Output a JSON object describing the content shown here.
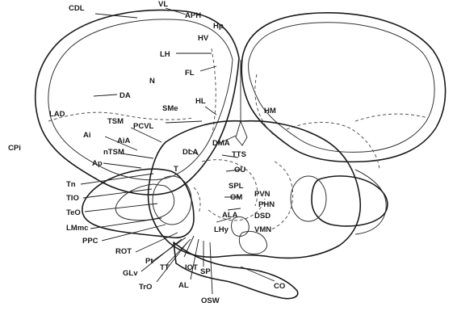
{
  "labels": [
    {
      "id": "CDL",
      "text": "CDL"
    },
    {
      "id": "VL",
      "text": "VL"
    },
    {
      "id": "APH",
      "text": "APH"
    },
    {
      "id": "Hp",
      "text": "Hp"
    },
    {
      "id": "HV",
      "text": "HV"
    },
    {
      "id": "LH",
      "text": "LH"
    },
    {
      "id": "FL",
      "text": "FL"
    },
    {
      "id": "N",
      "text": "N"
    },
    {
      "id": "DA",
      "text": "DA"
    },
    {
      "id": "LAD",
      "text": "LAD"
    },
    {
      "id": "SMe",
      "text": "SMe"
    },
    {
      "id": "HL",
      "text": "HL"
    },
    {
      "id": "HM",
      "text": "HM"
    },
    {
      "id": "TSM",
      "text": "TSM"
    },
    {
      "id": "PCVL",
      "text": "PCVL"
    },
    {
      "id": "Ai",
      "text": "Ai"
    },
    {
      "id": "AiA",
      "text": "AiA"
    },
    {
      "id": "nTSM",
      "text": "nTSM"
    },
    {
      "id": "Ap",
      "text": "Ap"
    },
    {
      "id": "DMA",
      "text": "DMA"
    },
    {
      "id": "DLA",
      "text": "DLA"
    },
    {
      "id": "TTS",
      "text": "TTS"
    },
    {
      "id": "T",
      "text": "T"
    },
    {
      "id": "OU",
      "text": "OU"
    },
    {
      "id": "SPL",
      "text": "SPL"
    },
    {
      "id": "OM",
      "text": "OM"
    },
    {
      "id": "PVN",
      "text": "PVN"
    },
    {
      "id": "PHN",
      "text": "PHN"
    },
    {
      "id": "ALA",
      "text": "ALA"
    },
    {
      "id": "LHy",
      "text": "LHy"
    },
    {
      "id": "DSD",
      "text": "DSD"
    },
    {
      "id": "VMN",
      "text": "VMN"
    },
    {
      "id": "CPI",
      "text": "CPi"
    },
    {
      "id": "Tn",
      "text": "Tn"
    },
    {
      "id": "TIO",
      "text": "TIO"
    },
    {
      "id": "TeO",
      "text": "TeO"
    },
    {
      "id": "LMmc",
      "text": "LMmc"
    },
    {
      "id": "PPC",
      "text": "PPC"
    },
    {
      "id": "ROT",
      "text": "ROT"
    },
    {
      "id": "Pt",
      "text": "Pt"
    },
    {
      "id": "GLv",
      "text": "GLv"
    },
    {
      "id": "TrO",
      "text": "TrO"
    },
    {
      "id": "TT",
      "text": "TT"
    },
    {
      "id": "IOT",
      "text": "IOT"
    },
    {
      "id": "AL",
      "text": "AL"
    },
    {
      "id": "SP",
      "text": "SP"
    },
    {
      "id": "CO",
      "text": "CO"
    },
    {
      "id": "OSW",
      "text": "OSW"
    }
  ]
}
